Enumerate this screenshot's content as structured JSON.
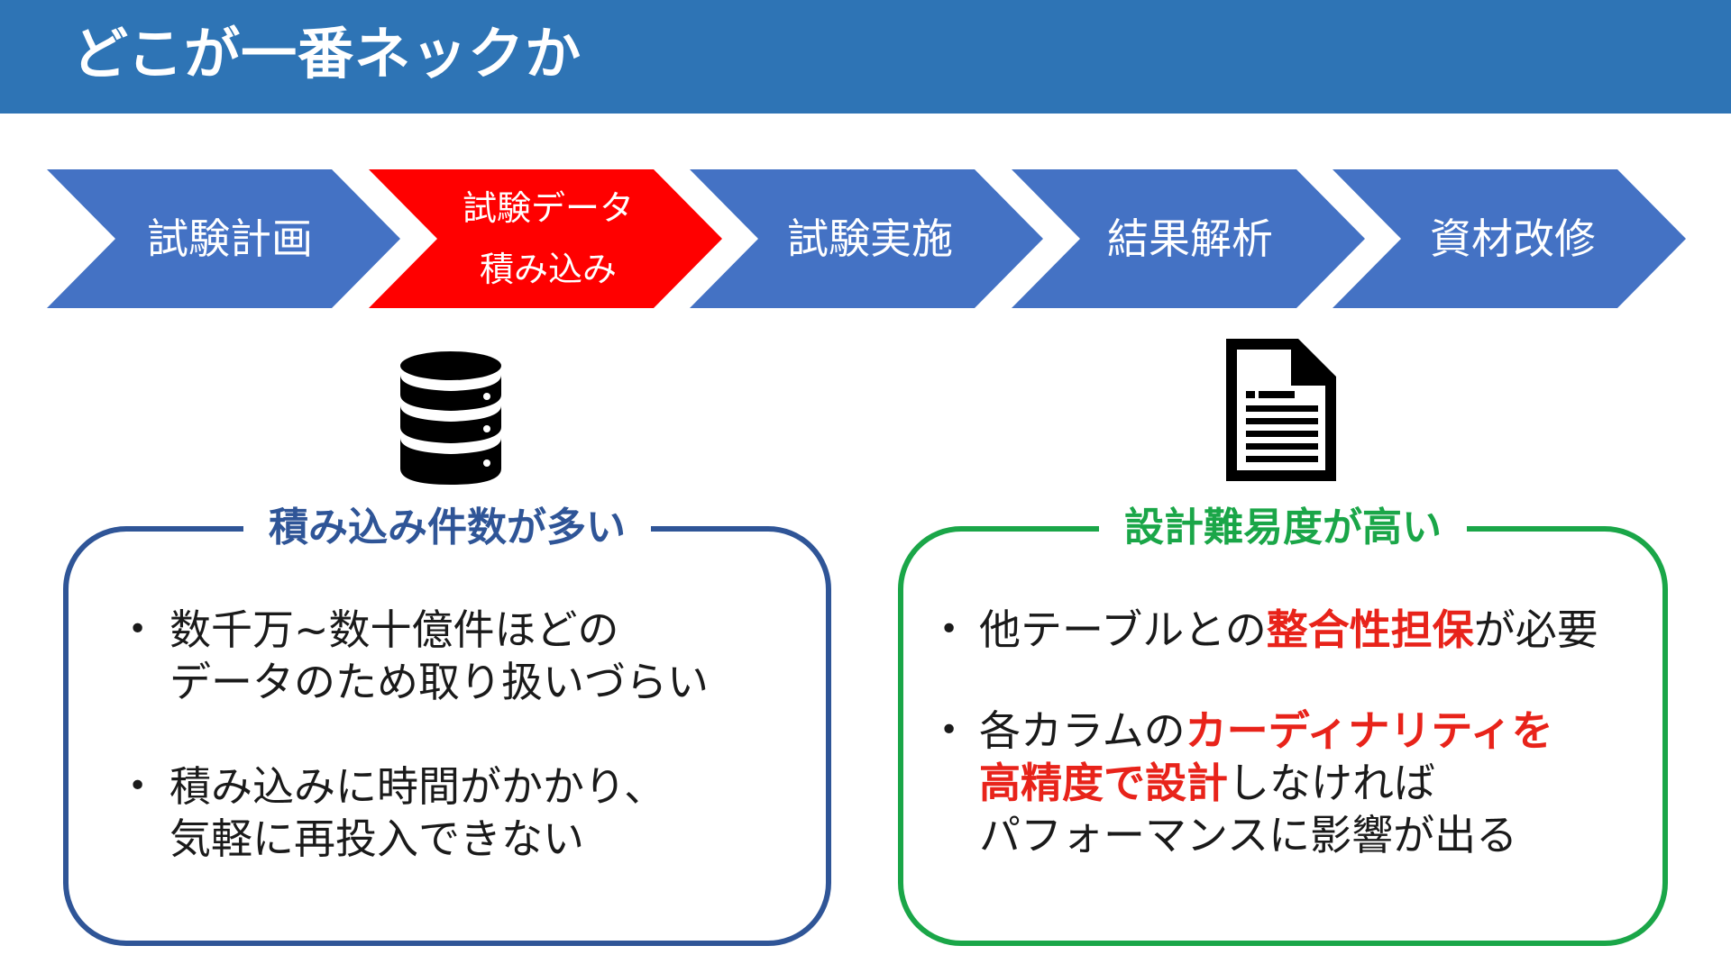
{
  "header": {
    "title": "どこが一番ネックか"
  },
  "process": {
    "steps": [
      {
        "label_lines": [
          "試験計画"
        ],
        "highlighted": false
      },
      {
        "label_lines": [
          "試験データ",
          "積み込み"
        ],
        "highlighted": true
      },
      {
        "label_lines": [
          "試験実施"
        ],
        "highlighted": false
      },
      {
        "label_lines": [
          "結果解析"
        ],
        "highlighted": false
      },
      {
        "label_lines": [
          "資材改修"
        ],
        "highlighted": false
      }
    ]
  },
  "icons": {
    "left": "database-icon",
    "right": "document-icon"
  },
  "left_panel": {
    "title": "積み込み件数が多い",
    "bullets": [
      {
        "line1": "数千万~数十億件ほどの",
        "line2": "データのため取り扱いづらい"
      },
      {
        "line1": "積み込みに時間がかかり、",
        "line2": "気軽に再投入できない"
      }
    ]
  },
  "right_panel": {
    "title": "設計難易度が高い",
    "bullet1": {
      "pre": "他テーブルとの",
      "emphasis": "整合性担保",
      "post": "が必要"
    },
    "bullet2": {
      "pre": "各カラムの",
      "emphasis1": "カーディナリティを",
      "emphasis2": "高精度で設計",
      "post": "しなければ",
      "line3": "パフォーマンスに影響が出る"
    }
  },
  "colors": {
    "header": "#2e74b5",
    "step": "#4472c4",
    "step_highlight": "#ff0000",
    "left_border": "#2f5597",
    "right_border": "#1aa648",
    "emphasis": "#e8231a"
  }
}
